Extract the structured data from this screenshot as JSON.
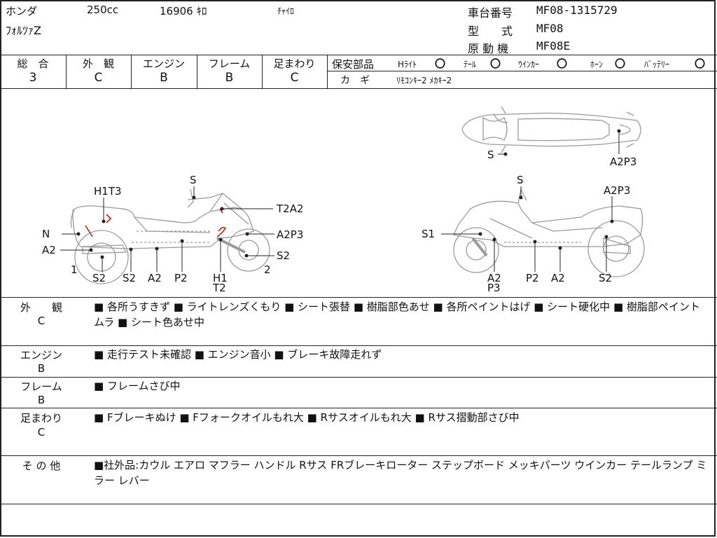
{
  "header": {
    "maker": "ホンダ",
    "displacement": "250cc",
    "mileage": "16906 ｷﾛ",
    "color": "ﾁｬｲﾛ",
    "model_name": "ﾌｫﾙﾂｧZ",
    "frame_no_label": "車台番号",
    "frame_no": "MF08-1315729",
    "type_label": "型　　式",
    "type": "MF08",
    "engine_label": "原 動 機",
    "engine": "MF08E"
  },
  "ratings": [
    {
      "label": "総　合",
      "grade": "3"
    },
    {
      "label": "外　観",
      "grade": "C"
    },
    {
      "label": "エンジン",
      "grade": "B"
    },
    {
      "label": "フレーム",
      "grade": "B"
    },
    {
      "label": "足まわり",
      "grade": "C"
    }
  ],
  "safety": {
    "label": "保安部品",
    "items": [
      {
        "name": "Hﾗｲﾄ",
        "mark": "〇"
      },
      {
        "name": "ﾃｰﾙ",
        "mark": "〇"
      },
      {
        "name": "ｳｲﾝｶｰ",
        "mark": "〇"
      },
      {
        "name": "ﾎｰﾝ",
        "mark": "〇"
      },
      {
        "name": "ﾊﾞｯﾃﾘｰ",
        "mark": "〇"
      }
    ],
    "key_label": "カ　ギ",
    "key_value": "ﾘﾓｺﾝｷｰ2 ﾒｶｷｰ2"
  },
  "diagram": {
    "left": {
      "labels": [
        "H1T3",
        "S",
        "T2A2",
        "N",
        "A2P3",
        "A2",
        "S2",
        "1",
        "2",
        "S2",
        "S2",
        "A2",
        "P2",
        "H1",
        "T2"
      ]
    },
    "right": {
      "labels": [
        "S",
        "A2P3",
        "S1",
        "A2",
        "P3",
        "P2",
        "A2",
        "S2"
      ]
    },
    "top": {
      "labels": [
        "S",
        "A2P3"
      ]
    }
  },
  "remarks": [
    {
      "label": "外　　観",
      "grade": "C",
      "text": "■ 各所うすきず ■ ライトレンズくもり ■ シート張替 ■ 樹脂部色あせ ■ 各所ペイントはげ ■ シート硬化中 ■ 樹脂部ペイントムラ ■ シート色あせ中"
    },
    {
      "label": "エンジン",
      "grade": "B",
      "text": "■ 走行テスト未確認 ■ エンジン音小 ■ ブレーキ故障走れず"
    },
    {
      "label": "フレーム",
      "grade": "B",
      "text": "■ フレームさび中"
    },
    {
      "label": "足まわり",
      "grade": "C",
      "text": "■ Fブレーキぬけ ■ Fフォークオイルもれ大 ■ Rサスオイルもれ大 ■ Rサス摺動部さび中"
    },
    {
      "label": "そ の 他",
      "grade": "",
      "text": "■社外品:カウル エアロ マフラー ハンドル Rサス FRブレーキローター ステップボード メッキパーツ ウインカー テールランプ ミラー レバー"
    }
  ]
}
